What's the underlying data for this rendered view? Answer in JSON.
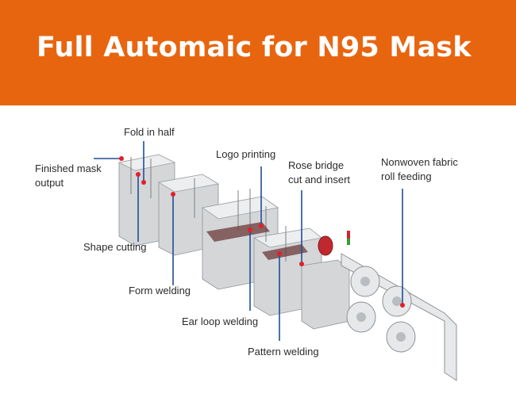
{
  "banner": {
    "title": "Full Automaic for N95 Mask",
    "color": "#e8650f"
  },
  "labels": {
    "fold_in_half": "Fold in half",
    "finished_mask_output_line1": "Finished mask",
    "finished_mask_output_line2": "output",
    "logo_printing": "Logo printing",
    "rose_bridge_line1": "Rose bridge",
    "rose_bridge_line2": "cut and insert",
    "nonwoven_line1": "Nonwoven fabric",
    "nonwoven_line2": "roll feeding",
    "shape_cutting": "Shape cutting",
    "form_welding": "Form welding",
    "ear_loop_welding": "Ear loop welding",
    "pattern_welding": "Pattern welding"
  },
  "colors": {
    "leader_line": "#1f4e9a",
    "marker": "#e0202a",
    "machine_body": "#d4d6d8",
    "machine_shadow": "#9ea2a6"
  }
}
